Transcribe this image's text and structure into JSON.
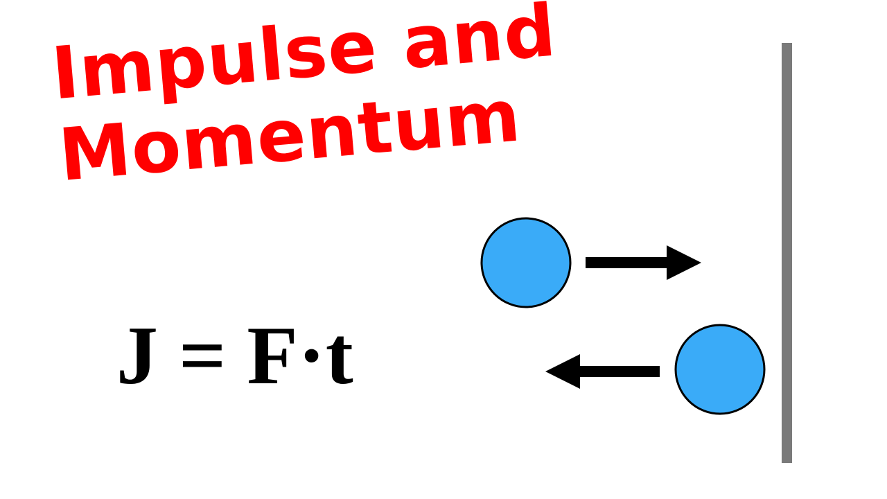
{
  "title": {
    "line1": "Impulse and",
    "line2": "Momentum"
  },
  "formula": "J = F·t",
  "colors": {
    "title": "#ff0000",
    "ball_fill": "#3aabf8",
    "ball_stroke": "#000000",
    "arrow": "#000000",
    "wall": "#7a7a7a",
    "formula": "#000000",
    "background": "#ffffff"
  }
}
